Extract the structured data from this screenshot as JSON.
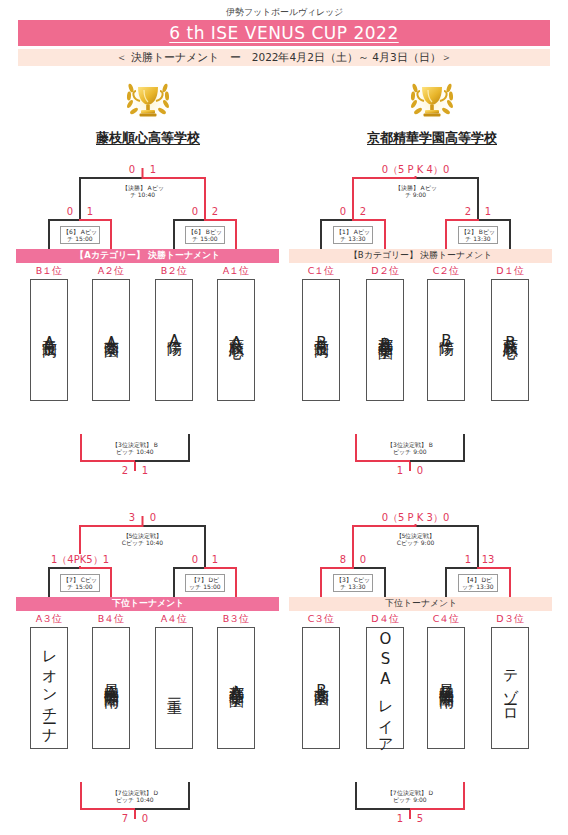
{
  "diagram": {
    "title": "6 th ISE VENUS CUP 2022",
    "nodes": [
      {
        "text": [
          "＜ 決勝トーナメント　ー　2022年4月2日（土）～ 4月3日（日）＞"
        ]
      },
      {
        "text": [
          "【決勝】 Aピッチ 10:40"
        ]
      },
      {
        "text": [
          "【6】 Aピッチ 15:00"
        ]
      },
      {
        "text": [
          "【6】 Bピッチ 15:00"
        ]
      },
      {
        "text": [
          "【Aカテゴリー】 決勝トーナメント"
        ]
      },
      {
        "text": [
          "B１位",
          "帝京長岡A"
        ]
      },
      {
        "text": [
          "A２位",
          "大商学園A"
        ]
      },
      {
        "text": [
          "B２位",
          "作陽A"
        ]
      },
      {
        "text": [
          "A１位",
          "藤枝順心A"
        ]
      },
      {
        "text": [
          "【3位決定戦】 Bピッチ 10:40"
        ]
      },
      {
        "text": [
          "【決勝】 Aピッチ 9:00"
        ]
      },
      {
        "text": [
          "【1】 Aピッチ 13:30"
        ]
      },
      {
        "text": [
          "【2】 Bピッチ 13:30"
        ]
      },
      {
        "text": [
          "【Bカテゴリー】 決勝トーナメント"
        ]
      },
      {
        "text": [
          "C１位",
          "帝京長岡B"
        ]
      },
      {
        "text": [
          "D２位",
          "京都精華学園B"
        ]
      },
      {
        "text": [
          "C２位",
          "作陽B"
        ]
      },
      {
        "text": [
          "D１位",
          "藤枝順心B"
        ]
      },
      {
        "text": [
          "【3位決定戦】 Bピッチ 9:00"
        ]
      },
      {
        "text": [
          "【5位決定戦】 Cピッチ 10:40"
        ]
      },
      {
        "text": [
          "【7】 Cピッチ 15:00"
        ]
      },
      {
        "text": [
          "【7】 Dピッチ 15:00"
        ]
      },
      {
        "text": [
          "下位トーナメント"
        ]
      },
      {
        "text": [
          "A３位",
          "レオンチーナ"
        ]
      },
      {
        "text": [
          "B４位",
          "星槎国際湘南A"
        ]
      },
      {
        "text": [
          "A４位",
          "三重"
        ]
      },
      {
        "text": [
          "B３位",
          "京都精華学園A"
        ]
      },
      {
        "text": [
          "【7位決定戦】 Dピッチ 10:40"
        ]
      },
      {
        "text": [
          "【5位決定戦】 Cピッチ 9:00"
        ]
      },
      {
        "text": [
          "【3】 Cピッチ 13:30"
        ]
      },
      {
        "text": [
          "【4】 Dピッチ 13:30"
        ]
      },
      {
        "text": [
          "下位トーナメント"
        ]
      },
      {
        "text": [
          "C３位",
          "大商学園B"
        ]
      },
      {
        "text": [
          "D４位",
          "OSAレイア"
        ]
      },
      {
        "text": [
          "C４位",
          "星槎国際湘南B"
        ]
      },
      {
        "text": [
          "D３位",
          "テゾーロ"
        ]
      },
      {
        "text": [
          "【7位決定戦】 Dピッチ 9:00"
        ]
      }
    ],
    "edges": [
      {
        "from": 5,
        "to": 2,
        "arrow": "none"
      },
      {
        "from": 6,
        "to": 2,
        "arrow": "none"
      },
      {
        "from": 7,
        "to": 3,
        "arrow": "none"
      },
      {
        "from": 8,
        "to": 3,
        "arrow": "none"
      },
      {
        "from": 2,
        "to": 1,
        "arrow": "none"
      },
      {
        "from": 3,
        "to": 1,
        "arrow": "none"
      },
      {
        "from": 14,
        "to": 11,
        "arrow": "none"
      },
      {
        "from": 15,
        "to": 11,
        "arrow": "none"
      },
      {
        "from": 16,
        "to": 12,
        "arrow": "none"
      },
      {
        "from": 17,
        "to": 12,
        "arrow": "none"
      },
      {
        "from": 11,
        "to": 10,
        "arrow": "none"
      },
      {
        "from": 12,
        "to": 10,
        "arrow": "none"
      },
      {
        "from": 23,
        "to": 20,
        "arrow": "none"
      },
      {
        "from": 24,
        "to": 20,
        "arrow": "none"
      },
      {
        "from": 25,
        "to": 21,
        "arrow": "none"
      },
      {
        "from": 26,
        "to": 21,
        "arrow": "none"
      },
      {
        "from": 20,
        "to": 19,
        "arrow": "none"
      },
      {
        "from": 21,
        "to": 19,
        "arrow": "none"
      },
      {
        "from": 32,
        "to": 29,
        "arrow": "none"
      },
      {
        "from": 33,
        "to": 29,
        "arrow": "none"
      },
      {
        "from": 34,
        "to": 30,
        "arrow": "none"
      },
      {
        "from": 35,
        "to": 30,
        "arrow": "none"
      },
      {
        "from": 29,
        "to": 28,
        "arrow": "none"
      },
      {
        "from": 30,
        "to": 28,
        "arrow": "none"
      }
    ],
    "labels": [
      "伊勢フットボールヴィレッジ",
      "藤枝順心高等学校",
      "京都精華学園高等学校",
      "0",
      "1",
      "0",
      "1",
      "0",
      "2",
      "2",
      "1",
      "0（5 P K 4）0",
      "0",
      "2",
      "2",
      "1",
      "1",
      "0",
      "3",
      "0",
      "1（4PK5）1",
      "0",
      "1",
      "7",
      "0",
      "0（5 P K 3）0",
      "8",
      "0",
      "1",
      "13",
      "1",
      "5"
    ]
  }
}
